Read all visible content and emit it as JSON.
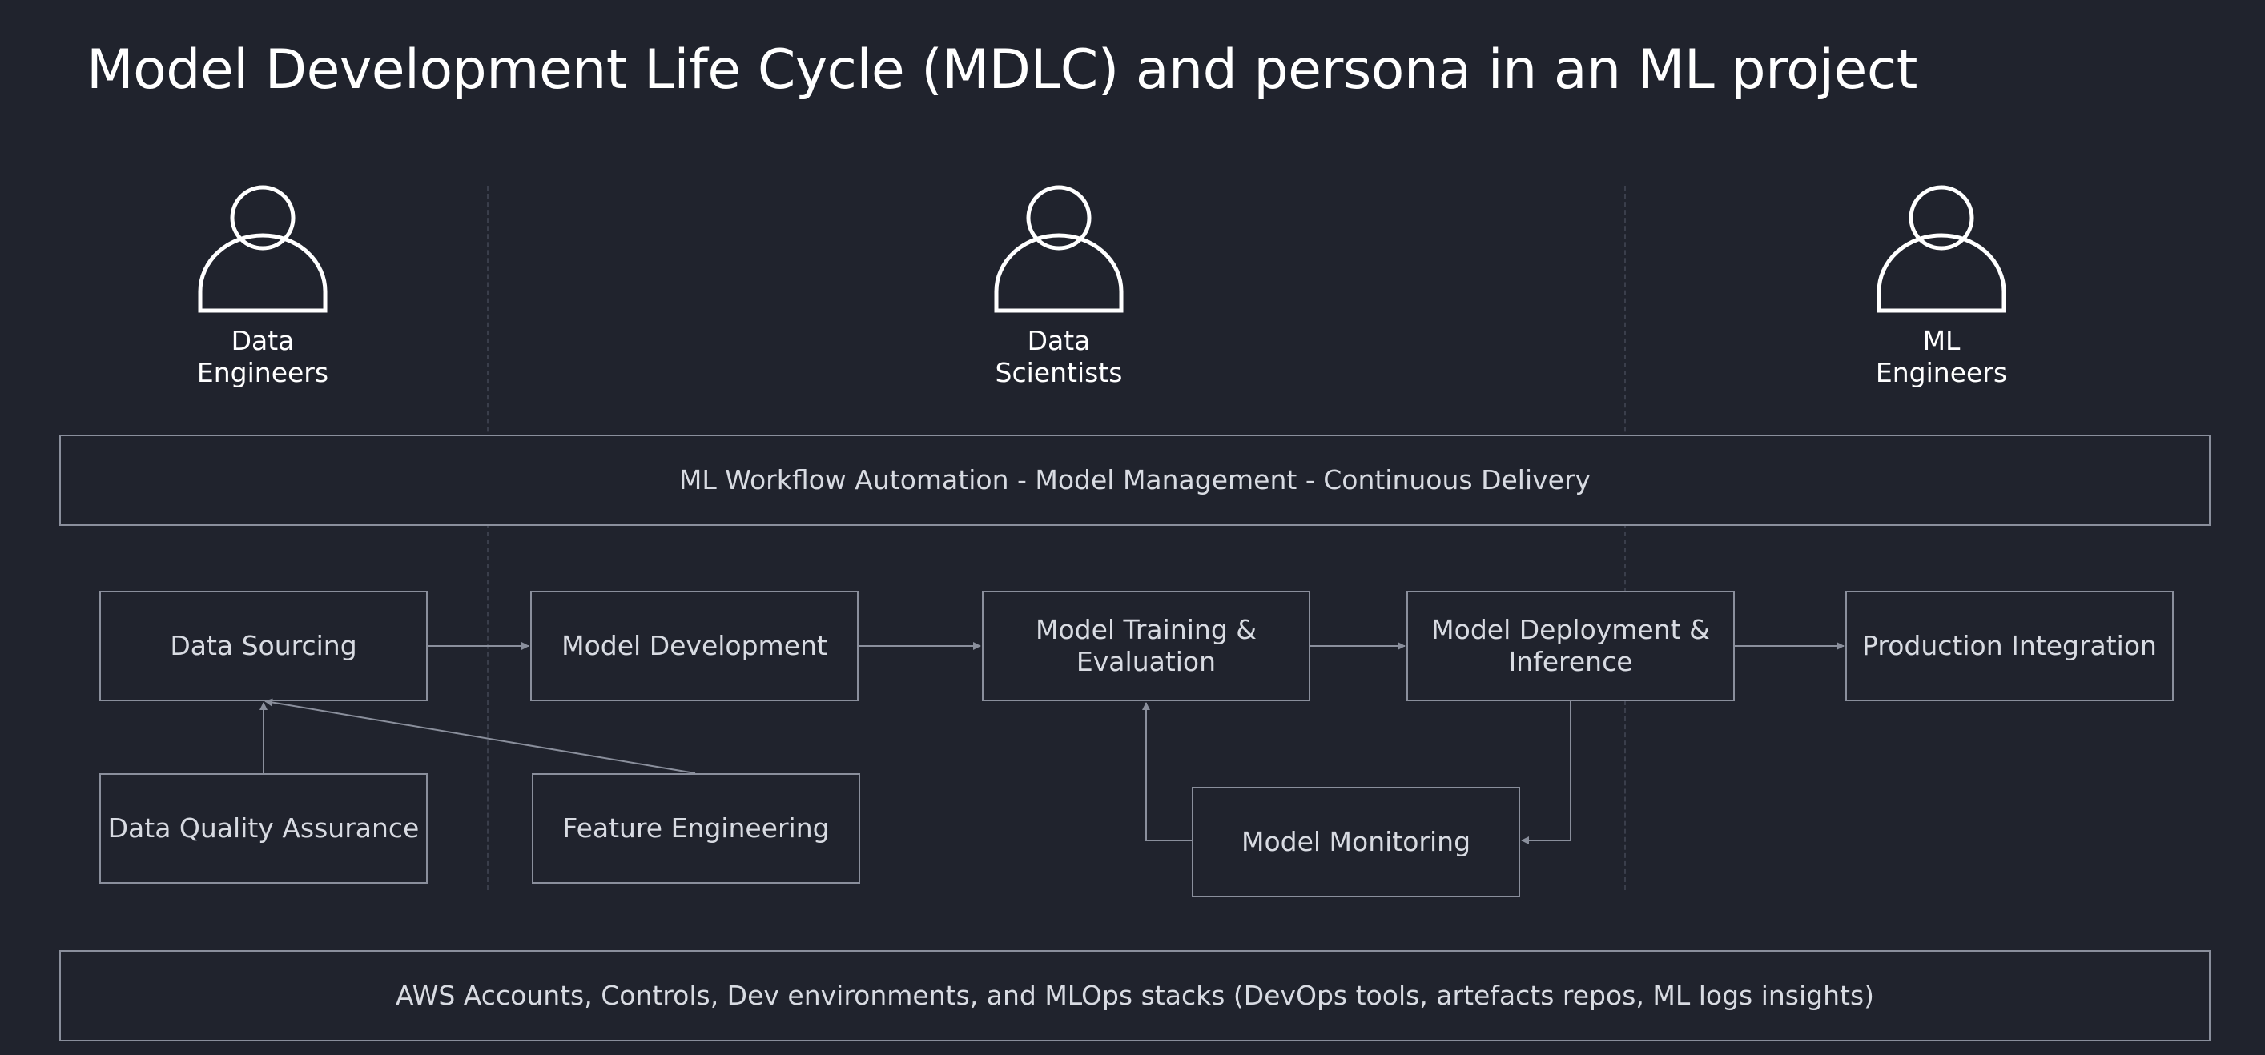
{
  "title": "Model Development Life Cycle (MDLC) and persona in an ML project",
  "personas": [
    {
      "line1": "Data",
      "line2": "Engineers"
    },
    {
      "line1": "Data",
      "line2": "Scientists"
    },
    {
      "line1": "ML",
      "line2": "Engineers"
    }
  ],
  "bands": {
    "top": "ML Workflow Automation - Model Management - Continuous Delivery",
    "bottom": "AWS Accounts, Controls, Dev environments, and MLOps stacks (DevOps tools, artefacts repos, ML logs insights)"
  },
  "steps": {
    "data_sourcing": "Data Sourcing",
    "model_development": "Model Development",
    "model_training": {
      "line1": "Model Training &",
      "line2": "Evaluation"
    },
    "model_deployment": {
      "line1": "Model Deployment &",
      "line2": "Inference"
    },
    "production_integration": "Production Integration",
    "data_quality": "Data Quality Assurance",
    "feature_engineering": "Feature Engineering",
    "model_monitoring": "Model Monitoring"
  },
  "colors": {
    "background": "#20232d",
    "border": "#8a8f9c",
    "arrow": "#8a8f9c",
    "text": "#d8dbe2"
  }
}
